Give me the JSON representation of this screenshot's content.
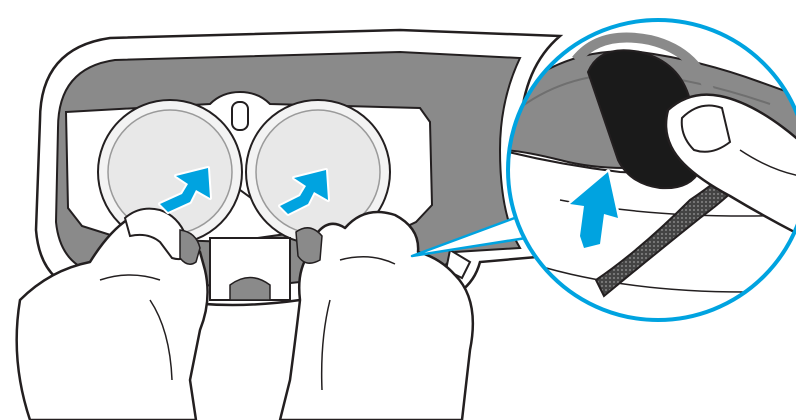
{
  "illustration": {
    "subject": "vr-headset-face-cushion-removal",
    "icons": [
      "vr-headset",
      "lens-left",
      "lens-right",
      "hand-left",
      "hand-right",
      "hand-zoom",
      "arrow-up-left",
      "arrow-up-right",
      "arrow-up-zoom",
      "magnifier-callout"
    ],
    "colors": {
      "outline": "#231f20",
      "cushion": "#8a8a8a",
      "cushion_dark": "#6f6f6f",
      "lens": "#e8e8e8",
      "arrow": "#00a3e0",
      "callout_ring": "#00a3e0",
      "tab_dark": "#1a1a1a",
      "skin": "#ffffff"
    }
  }
}
